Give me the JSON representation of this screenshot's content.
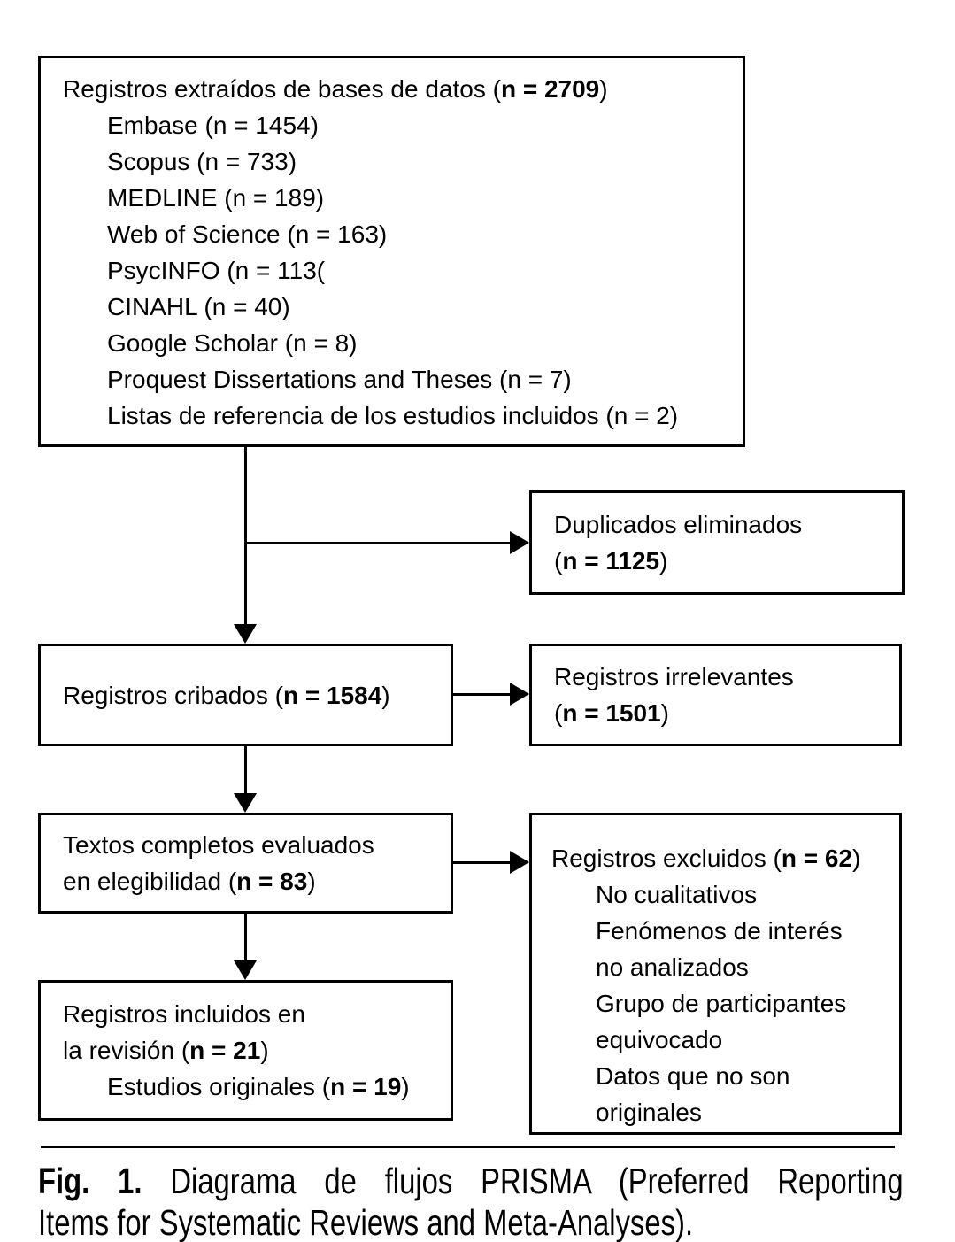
{
  "figure": {
    "colors": {
      "ink": "#000000",
      "background": "#ffffff"
    },
    "boxes": {
      "identification": {
        "lines": [
          {
            "indent": 0,
            "segments": [
              {
                "text": "Registros extraídos de bases de datos ("
              },
              {
                "text": "n = 2709",
                "bold": true
              },
              {
                "text": ")"
              }
            ]
          },
          {
            "indent": 1,
            "segments": [
              {
                "text": "Embase (n = 1454)"
              }
            ]
          },
          {
            "indent": 1,
            "segments": [
              {
                "text": "Scopus (n = 733)"
              }
            ]
          },
          {
            "indent": 1,
            "segments": [
              {
                "text": "MEDLINE (n = 189)"
              }
            ]
          },
          {
            "indent": 1,
            "segments": [
              {
                "text": "Web of Science (n = 163)"
              }
            ]
          },
          {
            "indent": 1,
            "segments": [
              {
                "text": "PsycINFO (n = 113("
              }
            ]
          },
          {
            "indent": 1,
            "segments": [
              {
                "text": "CINAHL (n = 40)"
              }
            ]
          },
          {
            "indent": 1,
            "segments": [
              {
                "text": "Google Scholar (n = 8)"
              }
            ]
          },
          {
            "indent": 1,
            "segments": [
              {
                "text": "Proquest Dissertations and Theses (n = 7)"
              }
            ]
          },
          {
            "indent": 1,
            "segments": [
              {
                "text": "Listas de referencia de los estudios incluidos (n = 2)"
              }
            ]
          }
        ]
      },
      "duplicates_removed": {
        "lines": [
          {
            "indent": 0,
            "segments": [
              {
                "text": "Duplicados eliminados"
              }
            ]
          },
          {
            "indent": 0,
            "segments": [
              {
                "text": "("
              },
              {
                "text": "n = 1125",
                "bold": true
              },
              {
                "text": ")"
              }
            ]
          }
        ]
      },
      "records_screened": {
        "lines": [
          {
            "indent": 0,
            "segments": [
              {
                "text": "Registros cribados ("
              },
              {
                "text": "n = 1584",
                "bold": true
              },
              {
                "text": ")"
              }
            ]
          }
        ]
      },
      "irrelevant_records": {
        "lines": [
          {
            "indent": 0,
            "segments": [
              {
                "text": "Registros irrelevantes"
              }
            ]
          },
          {
            "indent": 0,
            "segments": [
              {
                "text": "("
              },
              {
                "text": "n = 1501",
                "bold": true
              },
              {
                "text": ")"
              }
            ]
          }
        ]
      },
      "fulltext_assessed": {
        "lines": [
          {
            "indent": 0,
            "segments": [
              {
                "text": "Textos completos evaluados"
              }
            ]
          },
          {
            "indent": 0,
            "segments": [
              {
                "text": "en elegibilidad ("
              },
              {
                "text": "n = 83",
                "bold": true
              },
              {
                "text": ")"
              }
            ]
          }
        ]
      },
      "records_excluded": {
        "lines": [
          {
            "indent": 0,
            "segments": [
              {
                "text": "Registros excluidos ("
              },
              {
                "text": "n = 62",
                "bold": true
              },
              {
                "text": ")"
              }
            ]
          },
          {
            "indent": 1,
            "segments": [
              {
                "text": "No cualitativos"
              }
            ]
          },
          {
            "indent": 1,
            "segments": [
              {
                "text": "Fenómenos de interés"
              }
            ]
          },
          {
            "indent": 1,
            "segments": [
              {
                "text": "no analizados"
              }
            ]
          },
          {
            "indent": 1,
            "segments": [
              {
                "text": "Grupo de participantes"
              }
            ]
          },
          {
            "indent": 1,
            "segments": [
              {
                "text": "equivocado"
              }
            ]
          },
          {
            "indent": 1,
            "segments": [
              {
                "text": "Datos que no son"
              }
            ]
          },
          {
            "indent": 1,
            "segments": [
              {
                "text": "originales"
              }
            ]
          }
        ]
      },
      "records_included": {
        "lines": [
          {
            "indent": 0,
            "segments": [
              {
                "text": "Registros incluidos en"
              }
            ]
          },
          {
            "indent": 0,
            "segments": [
              {
                "text": "la revisión ("
              },
              {
                "text": "n = 21",
                "bold": true
              },
              {
                "text": ")"
              }
            ]
          },
          {
            "indent": 1,
            "segments": [
              {
                "text": "Estudios originales ("
              },
              {
                "text": "n = 19",
                "bold": true
              },
              {
                "text": ")"
              }
            ]
          }
        ]
      }
    },
    "caption": {
      "lines": [
        {
          "indent": 0,
          "segments": [
            {
              "text": "Fig. 1.",
              "bold": true
            },
            {
              "text": " Diagrama de flujos PRISMA (Preferred Reporting"
            }
          ]
        },
        {
          "indent": 0,
          "segments": [
            {
              "text": "Items for Systematic Reviews and Meta-Analyses)."
            }
          ]
        }
      ]
    }
  }
}
